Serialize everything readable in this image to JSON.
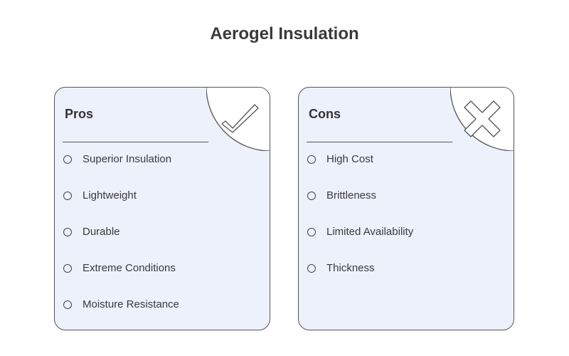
{
  "title": "Aerogel Insulation",
  "pros": {
    "heading": "Pros",
    "icon": "checkmark-icon",
    "items": [
      "Superior Insulation",
      "Lightweight",
      "Durable",
      "Extreme Conditions",
      "Moisture Resistance"
    ]
  },
  "cons": {
    "heading": "Cons",
    "icon": "x-mark-icon",
    "items": [
      "High Cost",
      "Brittleness",
      "Limited Availability",
      "Thickness"
    ]
  },
  "colors": {
    "card_fill": "#edf1fc",
    "outline": "#555555",
    "text": "#3a3a3a"
  }
}
